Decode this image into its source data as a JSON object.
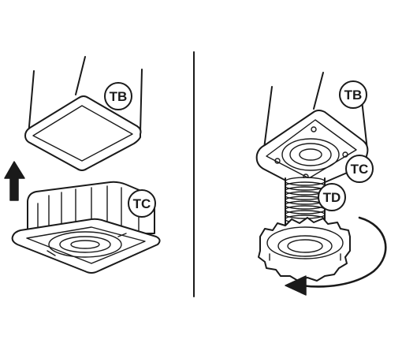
{
  "labels": {
    "left_tb": "TB",
    "left_tc": "TC",
    "right_tb": "TB",
    "right_tc": "TC",
    "right_td": "TD"
  },
  "icons": [
    "up-arrow-icon",
    "rotate-arrow-icon"
  ],
  "colors": {
    "ink": "#1a1a1a",
    "paper": "#ffffff"
  }
}
